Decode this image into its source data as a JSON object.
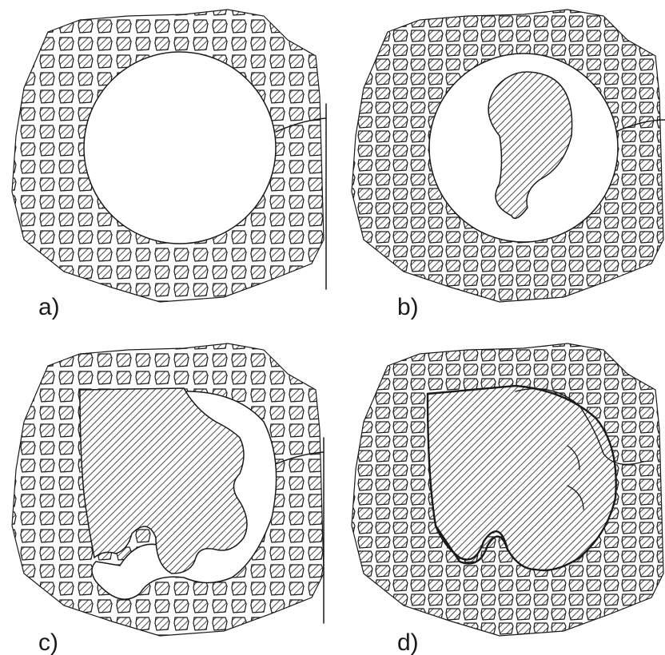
{
  "figure": {
    "panels": [
      {
        "id": "a",
        "label": "a)"
      },
      {
        "id": "b",
        "label": "b)"
      },
      {
        "id": "c",
        "label": "c)"
      },
      {
        "id": "d",
        "label": "d)"
      }
    ]
  },
  "colors": {
    "ink": "#1a1a1a",
    "paper": "#ffffff"
  }
}
